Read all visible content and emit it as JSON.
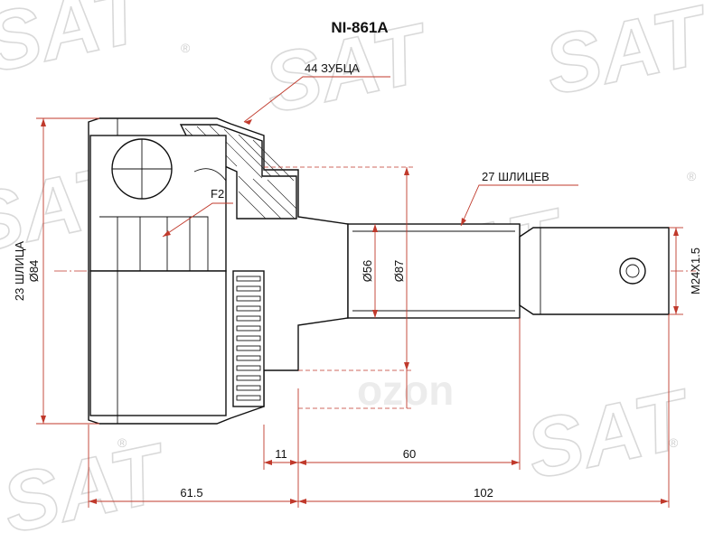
{
  "part_number": "NI-861A",
  "watermark": {
    "brand": "SAT",
    "registered": "®",
    "ozon": "ozon"
  },
  "labels": {
    "teeth": "44 ЗУБЦА",
    "outer_splines": "27 ШЛИЦЕВ",
    "inner_splines": "23 ШЛИЦА",
    "seal_mark": "F2"
  },
  "dimensions": {
    "diameter_body": "Ø84",
    "diameter_stub": "Ø56",
    "diameter_ring": "Ø87",
    "thread": "M24X1.5",
    "len_ring": "11",
    "len_shaft": "60",
    "len_body": "61.5",
    "len_total": "102"
  },
  "colors": {
    "dimension": "#c0392b",
    "outline": "#111111",
    "watermark": "#d9d9d9"
  }
}
